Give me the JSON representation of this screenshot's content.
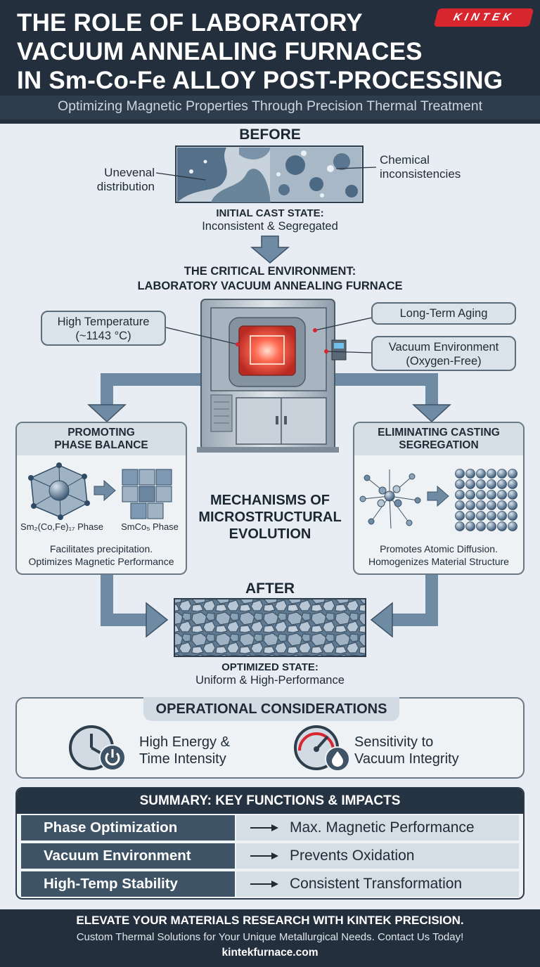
{
  "brand": {
    "logo_text": "KINTEK"
  },
  "header": {
    "title_line1": "THE ROLE OF LABORATORY",
    "title_line2": "VACUUM ANNEALING FURNACES",
    "title_line3": "IN Sm-Co-Fe ALLOY POST-PROCESSING",
    "subtitle": "Optimizing Magnetic Properties Through Precision Thermal Treatment"
  },
  "before": {
    "heading": "BEFORE",
    "callout_left_1": "Unevenal",
    "callout_left_2": "distribution",
    "callout_right_1": "Chemical",
    "callout_right_2": "inconsistencies",
    "state_title": "INITIAL CAST STATE:",
    "state_desc": "Inconsistent & Segregated"
  },
  "environment": {
    "heading_1": "THE CRITICAL ENVIRONMENT:",
    "heading_2": "LABORATORY VACUUM ANNEALING FURNACE",
    "high_temp_1": "High Temperature",
    "high_temp_2": "(~1143 °C)",
    "long_term": "Long-Term Aging",
    "vacuum_1": "Vacuum Environment",
    "vacuum_2": "(Oxygen-Free)"
  },
  "mechanisms": {
    "center_1": "MECHANISMS OF",
    "center_2": "MICROSTRUCTURAL",
    "center_3": "EVOLUTION",
    "left": {
      "title_1": "PROMOTING",
      "title_2": "PHASE BALANCE",
      "phase_a": "Sm₂(Co,Fe)₁₇ Phase",
      "phase_b": "SmCo₅ Phase",
      "desc_1": "Facilitates precipitation.",
      "desc_2": "Optimizes Magnetic Performance"
    },
    "right": {
      "title_1": "ELIMINATING CASTING",
      "title_2": "SEGREGATION",
      "desc_1": "Promotes Atomic Diffusion.",
      "desc_2": "Homogenizes Material Structure"
    }
  },
  "after": {
    "heading": "AFTER",
    "state_title": "OPTIMIZED STATE:",
    "state_desc": "Uniform & High-Performance"
  },
  "operational": {
    "title": "OPERATIONAL CONSIDERATIONS",
    "item1_1": "High Energy &",
    "item1_2": "Time Intensity",
    "item2_1": "Sensitivity to",
    "item2_2": "Vacuum Integrity",
    "icons": [
      "clock-power-icon",
      "vacuum-gauge-icon"
    ]
  },
  "summary": {
    "title": "SUMMARY: KEY FUNCTIONS & IMPACTS",
    "rows": [
      {
        "function": "Phase Optimization",
        "impact": "Max. Magnetic Performance"
      },
      {
        "function": "Vacuum Environment",
        "impact": "Prevents Oxidation"
      },
      {
        "function": "High-Temp Stability",
        "impact": "Consistent Transformation"
      }
    ]
  },
  "footer": {
    "line1": "ELEVATE YOUR MATERIALS RESEARCH WITH KINTEK PRECISION.",
    "line2": "Custom Thermal Solutions for Your Unique Metallurgical Needs. Contact Us Today!",
    "line3": "kintekfurnace.com"
  },
  "colors": {
    "dark_navy": "#232f3d",
    "accent_red": "#d7262d",
    "steel_blue": "#6f8aa3",
    "panel": "#e7edf2"
  }
}
